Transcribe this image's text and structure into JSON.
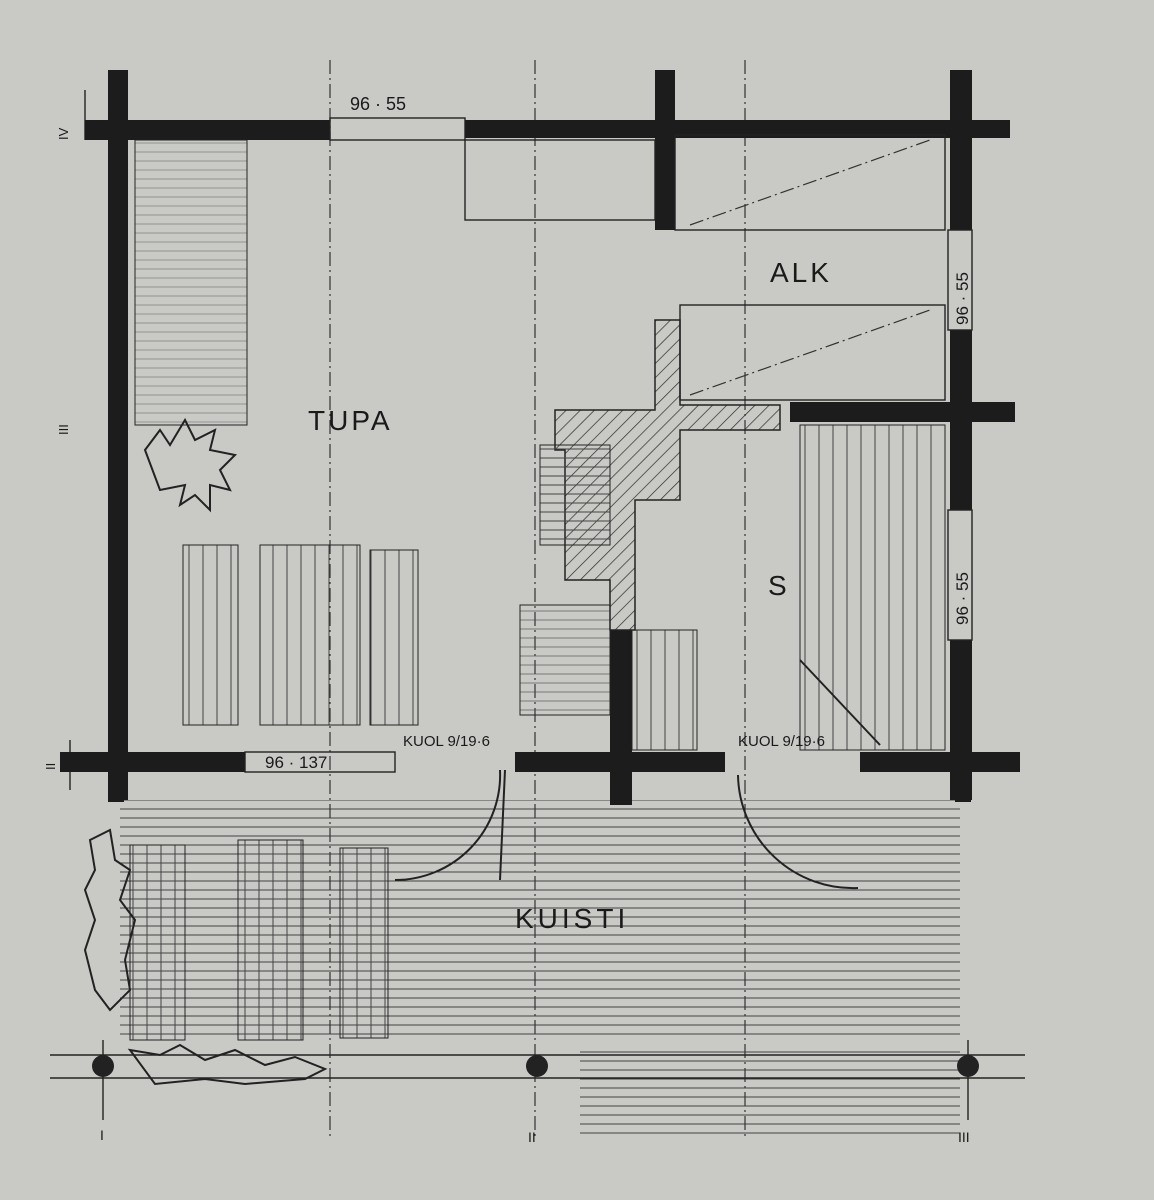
{
  "plan": {
    "rooms": {
      "tupa": "TUPA",
      "alk": "ALK",
      "s": "S",
      "kuisti": "KUISTI"
    },
    "dimensions": {
      "top_window": "96 · 55",
      "right_window_upper": "96 · 55",
      "right_window_lower": "96 · 55",
      "bottom_window": "96 · 137",
      "door_left": "KUOL 9/19·6",
      "door_right": "KUOL 9/19·6"
    },
    "axes": {
      "left": [
        "IV",
        "III",
        "II"
      ],
      "bottom": [
        "I",
        "II",
        "III"
      ]
    }
  },
  "colors": {
    "paper": "#c9c9c6",
    "ink": "#1c1c1c"
  }
}
